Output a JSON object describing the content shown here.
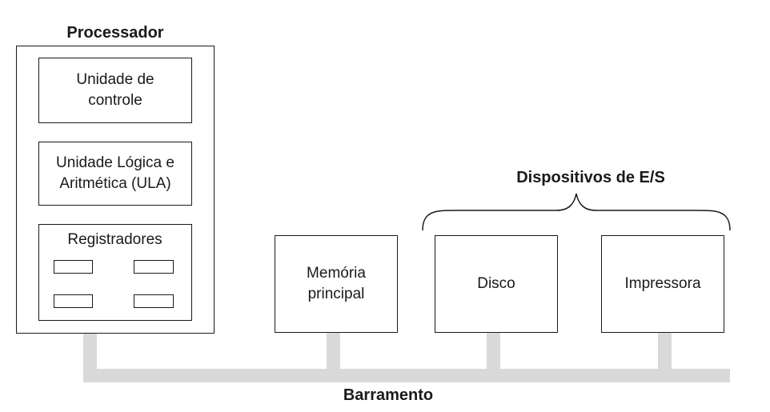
{
  "processor": {
    "title": "Processador",
    "control_unit": "Unidade de\ncontrole",
    "alu": "Unidade Lógica e\nAritmética (ULA)",
    "registers": "Registradores"
  },
  "memory": "Memória\nprincipal",
  "io": {
    "title": "Dispositivos de E/S",
    "disk": "Disco",
    "printer": "Impressora"
  },
  "bus": "Barramento"
}
